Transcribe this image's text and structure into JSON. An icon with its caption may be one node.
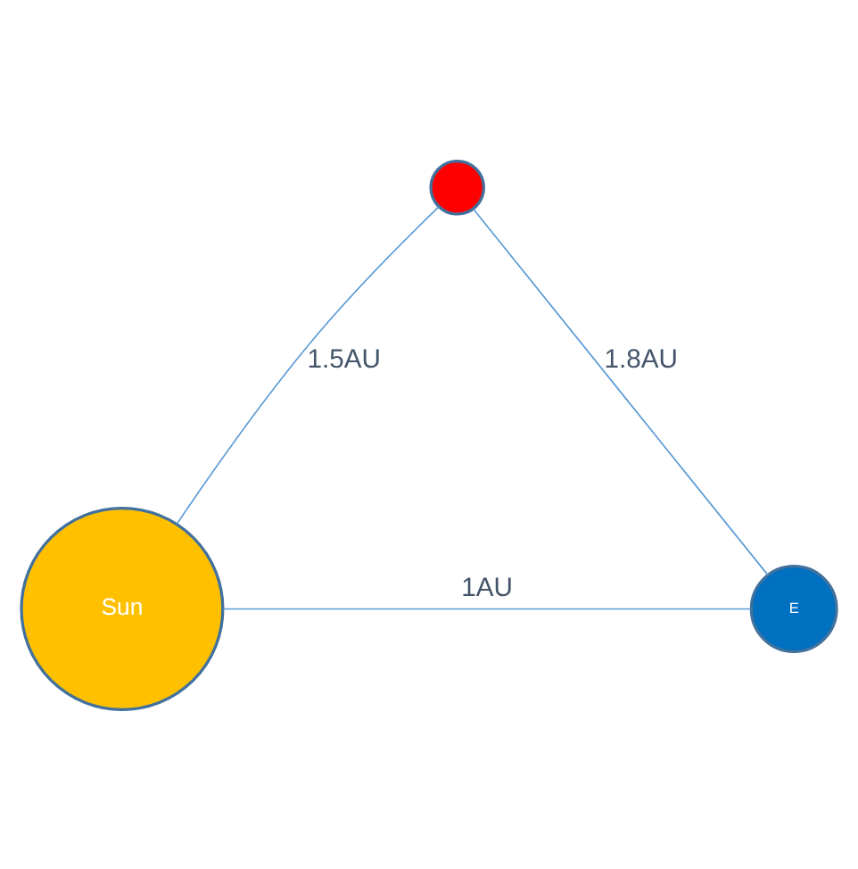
{
  "diagram": {
    "nodes": [
      {
        "text": [],
        "shape": "circle"
      },
      {
        "text": [
          "Sun"
        ]
      },
      {
        "text": [
          "E"
        ]
      }
    ],
    "edges": [
      {
        "from": 0,
        "to": 1,
        "arrow": "none",
        "label": "1.5AU"
      },
      {
        "from": 0,
        "to": 2,
        "arrow": "none",
        "label": "1.8AU"
      },
      {
        "from": 1,
        "to": 2,
        "arrow": "none",
        "label": "1AU"
      }
    ]
  }
}
